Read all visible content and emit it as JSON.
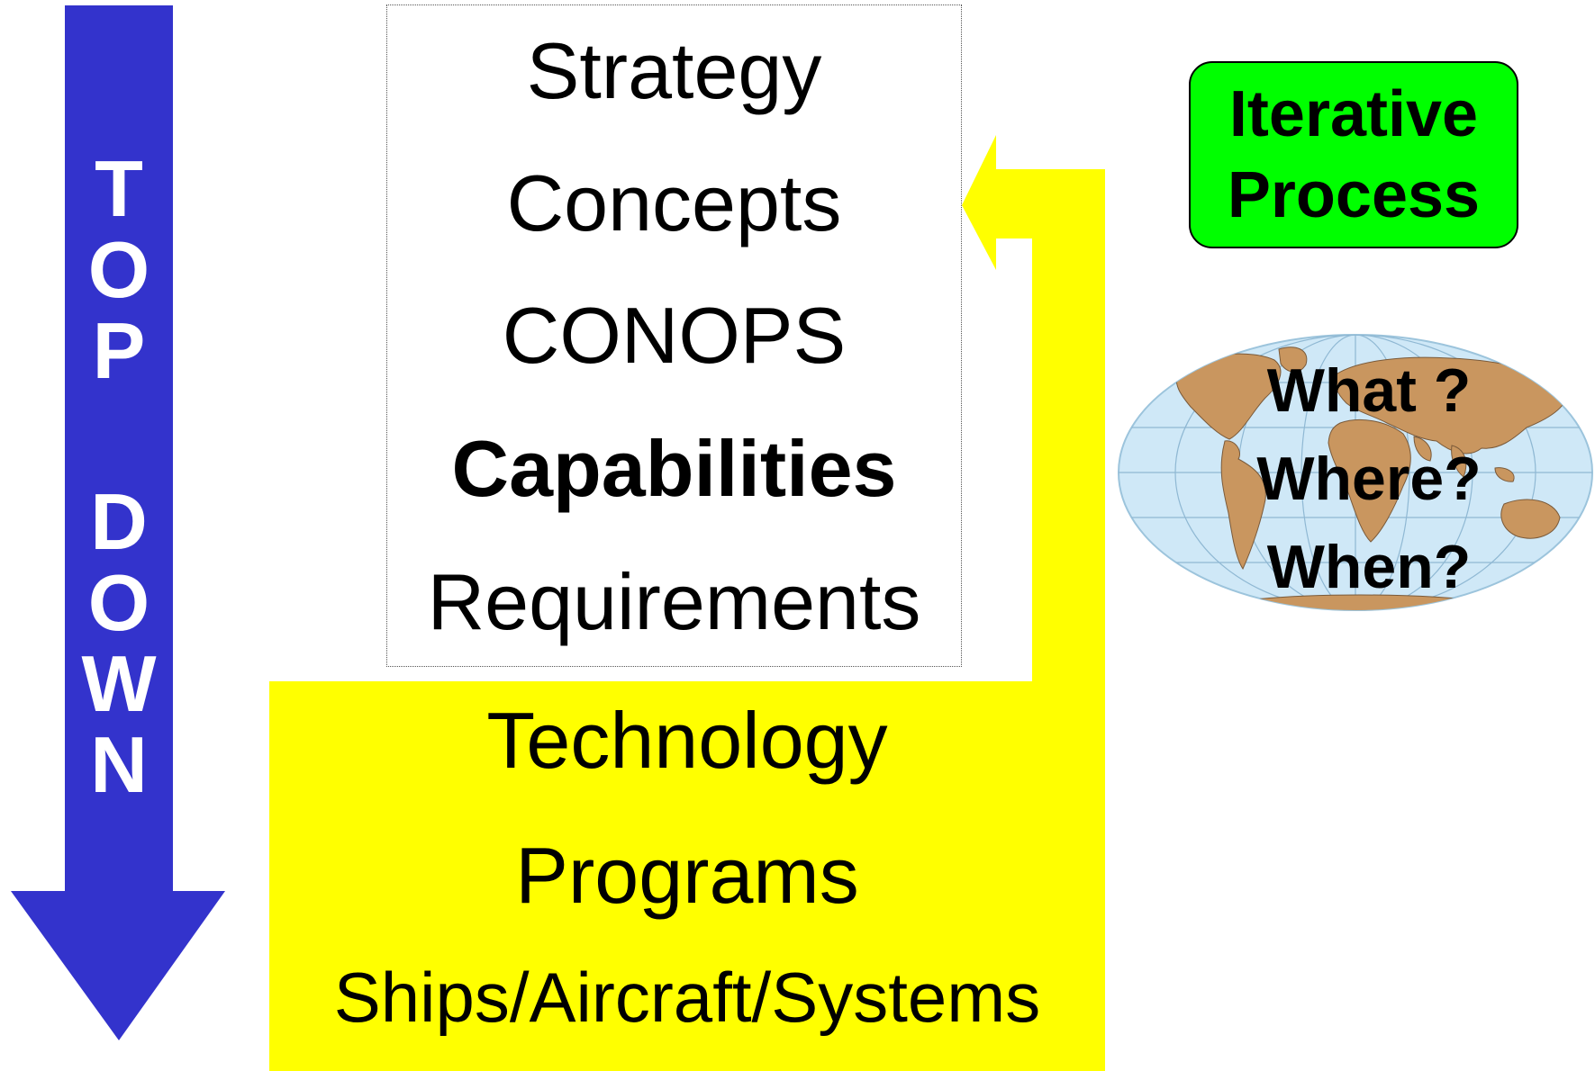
{
  "top_down_arrow": {
    "letters_top": [
      "T",
      "O",
      "P"
    ],
    "letters_bottom": [
      "D",
      "O",
      "W",
      "N"
    ],
    "color": "#3333cc"
  },
  "upper_steps": {
    "strategy": "Strategy",
    "concepts": "Concepts",
    "conops": "CONOPS",
    "capabilities": "Capabilities",
    "requirements": "Requirements"
  },
  "lower_steps": {
    "technology": "Technology",
    "programs": "Programs",
    "systems": "Ships/Aircraft/Systems"
  },
  "iterative": {
    "line1": "Iterative",
    "line2": "Process",
    "color": "#00ff00"
  },
  "globe": {
    "questions": [
      "What ?",
      "Where?",
      "When?"
    ]
  },
  "colors": {
    "yellow": "#ffff00",
    "arrow_blue": "#3333cc"
  }
}
